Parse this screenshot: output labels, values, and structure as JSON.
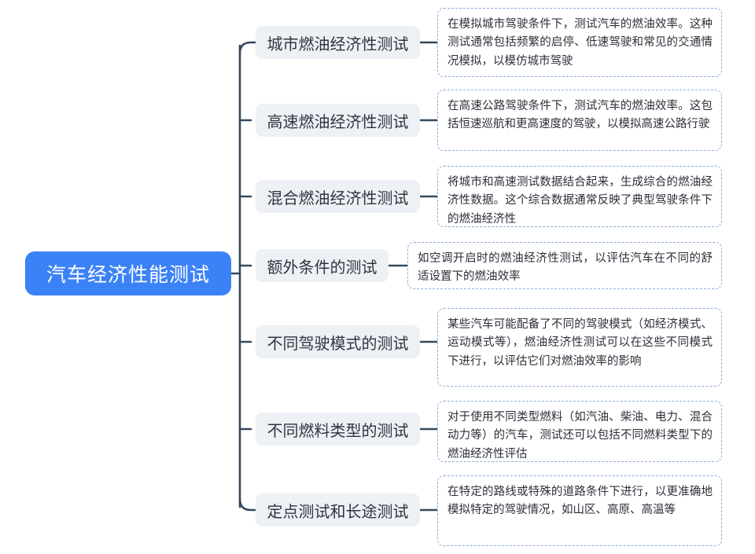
{
  "diagram": {
    "type": "mindmap",
    "orientation": "left-to-right",
    "colors": {
      "root_fill": "#3b82f6",
      "root_text": "#ffffff",
      "branch_fill": "#edf0f4",
      "branch_text": "#2f3540",
      "note_border": "#8fadd8",
      "note_text": "#2b2f38",
      "edge_line": "#34495e",
      "background": "#ffffff"
    },
    "root": {
      "label": "汽车经济性能测试"
    },
    "branches": [
      {
        "label": "城市燃油经济性测试",
        "note": "在模拟城市驾驶条件下，测试汽车的燃油效率。这种测试通常包括频繁的启停、低速驾驶和常见的交通情况模拟，以模仿城市驾驶"
      },
      {
        "label": "高速燃油经济性测试",
        "note": "在高速公路驾驶条件下，测试汽车的燃油效率。这包括恒速巡航和更高速度的驾驶，以模拟高速公路行驶"
      },
      {
        "label": "混合燃油经济性测试",
        "note": "将城市和高速测试数据结合起来，生成综合的燃油经济性数据。这个综合数据通常反映了典型驾驶条件下的燃油经济性"
      },
      {
        "label": "额外条件的测试",
        "note": "如空调开启时的燃油经济性测试，以评估汽车在不同的舒适设置下的燃油效率"
      },
      {
        "label": "不同驾驶模式的测试",
        "note": "某些汽车可能配备了不同的驾驶模式（如经济模式、运动模式等），燃油经济性测试可以在这些不同模式下进行，以评估它们对燃油效率的影响"
      },
      {
        "label": "不同燃料类型的测试",
        "note": "对于使用不同类型燃料（如汽油、柴油、电力、混合动力等）的汽车，测试还可以包括不同燃料类型下的燃油经济性评估"
      },
      {
        "label": "定点测试和长途测试",
        "note": "在特定的路线或特殊的道路条件下进行，以更准确地模拟特定的驾驶情况，如山区、高原、高温等"
      }
    ]
  }
}
